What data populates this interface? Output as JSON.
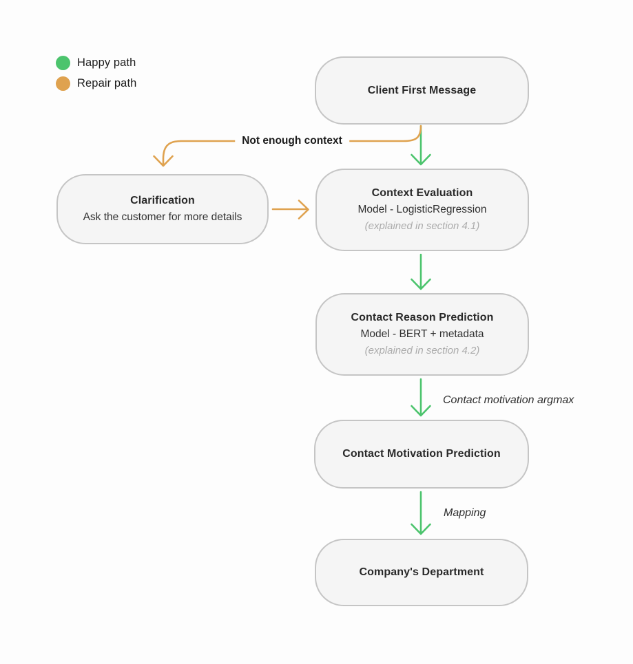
{
  "figure": {
    "type": "flowchart",
    "description": "Client message routing pipeline with happy path and repair path"
  },
  "colors": {
    "happy_path": "#4cc46d",
    "repair_path": "#dfa24f",
    "node_fill": "#f5f5f5",
    "node_border": "#c5c5c5",
    "note_text": "#ababab"
  },
  "legend": {
    "items": [
      {
        "id": "happy",
        "label": "Happy path"
      },
      {
        "id": "repair",
        "label": "Repair path"
      }
    ]
  },
  "nodes": {
    "client_first_message": {
      "title": "Client First Message"
    },
    "clarification": {
      "title": "Clarification",
      "subtitle": "Ask the customer for more details"
    },
    "context_evaluation": {
      "title": "Context Evaluation",
      "subtitle": "Model - LogisticRegression",
      "note": "(explained in section 4.1)"
    },
    "contact_reason_prediction": {
      "title": "Contact Reason Prediction",
      "subtitle": "Model - BERT + metadata",
      "note": "(explained in section 4.2)"
    },
    "contact_motivation_prediction": {
      "title": "Contact Motivation Prediction"
    },
    "companys_department": {
      "title": "Company's Department"
    }
  },
  "edge_labels": {
    "not_enough_context": "Not enough context",
    "contact_motivation_argmax": "Contact motivation argmax",
    "mapping": "Mapping"
  }
}
